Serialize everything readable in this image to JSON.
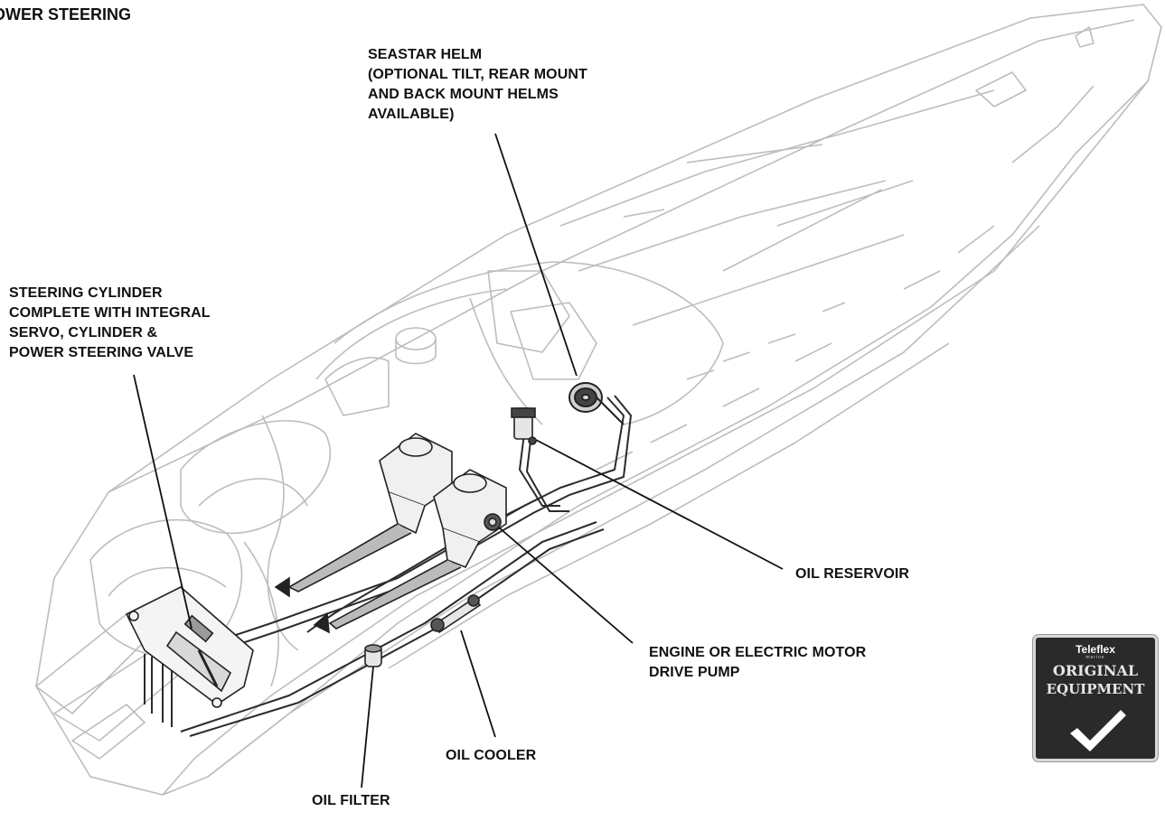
{
  "title": "OWER STEERING",
  "labels": {
    "helm": [
      "SEASTAR HELM",
      "(OPTIONAL TILT, REAR MOUNT",
      "AND BACK MOUNT HELMS",
      "AVAILABLE)"
    ],
    "cylinder": [
      "STEERING CYLINDER",
      "COMPLETE WITH INTEGRAL",
      "SERVO, CYLINDER &",
      "POWER STEERING VALVE"
    ],
    "reservoir": [
      "OIL RESERVOIR"
    ],
    "pump": [
      "ENGINE OR ELECTRIC MOTOR",
      "DRIVE PUMP"
    ],
    "cooler": [
      "OIL COOLER"
    ],
    "filter": [
      "OIL FILTER"
    ]
  },
  "badge": {
    "brand": "Teleflex",
    "brand_sub": "marine",
    "line1": "ORIGINAL",
    "line2": "EQUIPMENT",
    "mark": "checkmark-icon"
  },
  "colors": {
    "boat_outline": "#bdbdbd",
    "components": "#222222",
    "badge_background": "#2a2a2a"
  }
}
